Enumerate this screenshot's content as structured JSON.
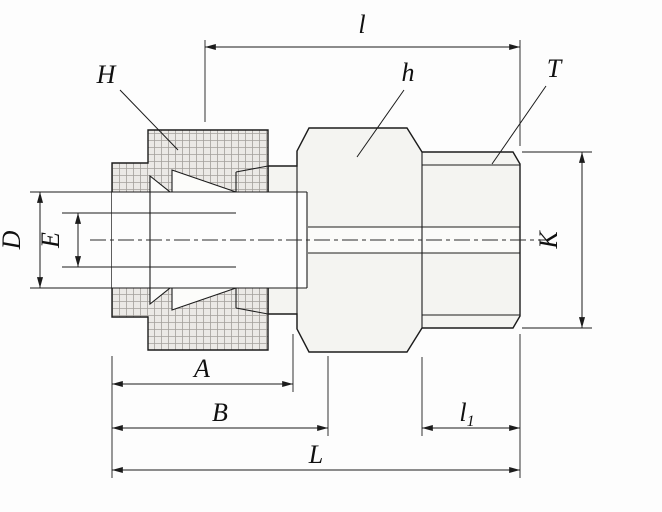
{
  "drawing": {
    "background_color": "#fdfdfd",
    "line_color": "#1c1c1c",
    "nut_hatch_color": "#a3a09c",
    "part_labels": {
      "nut": "H",
      "body_hex": "h",
      "thread": "T"
    },
    "dimension_labels": {
      "l": "l",
      "D": "D",
      "E": "E",
      "K": "K",
      "A": "A",
      "B": "B",
      "L": "L",
      "l1_base": "l",
      "l1_sub": "1"
    }
  }
}
